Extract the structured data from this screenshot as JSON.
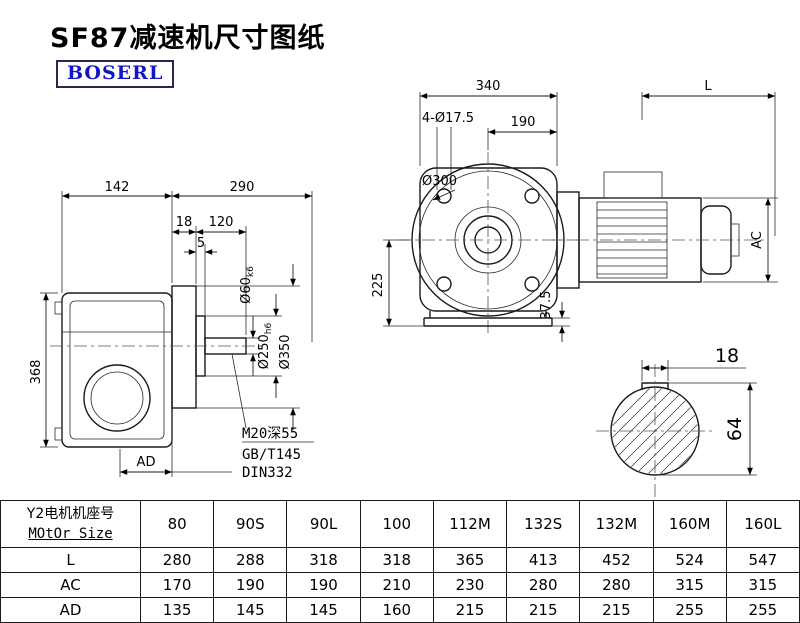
{
  "page": {
    "title": "SF87减速机尺寸图纸",
    "logo": "BOSERL"
  },
  "side_view": {
    "dim_142": "142",
    "dim_290": "290",
    "dim_18": "18",
    "dim_120": "120",
    "dim_5": "5",
    "dim_368": "368",
    "dim_ad": "AD",
    "dia_60": "Ø60",
    "dia_60_tol": "k6",
    "dia_250": "Ø250",
    "dia_250_tol": "h6",
    "dia_350": "Ø350",
    "note_m20": "M20深55",
    "note_gb": "GB/T145",
    "note_din": "DIN332"
  },
  "front_view": {
    "dim_340": "340",
    "dim_l": "L",
    "dim_bolt_holes": "4-Ø17.5",
    "dim_190": "190",
    "dia_300": "Ø300",
    "dim_225": "225",
    "dim_37_5": "37.5",
    "dim_ac": "AC"
  },
  "section_view": {
    "dim_18": "18",
    "dim_64": "64"
  },
  "table": {
    "row_header_line1": "Y2电机机座号",
    "row_header_line2": "MOtOr Size",
    "columns": [
      "80",
      "90S",
      "90L",
      "100",
      "112M",
      "132S",
      "132M",
      "160M",
      "160L"
    ],
    "rows": [
      {
        "label": "L",
        "values": [
          "280",
          "288",
          "318",
          "318",
          "365",
          "413",
          "452",
          "524",
          "547"
        ]
      },
      {
        "label": "AC",
        "values": [
          "170",
          "190",
          "190",
          "210",
          "230",
          "280",
          "280",
          "315",
          "315"
        ]
      },
      {
        "label": "AD",
        "values": [
          "135",
          "145",
          "145",
          "160",
          "215",
          "215",
          "215",
          "255",
          "255"
        ]
      }
    ]
  }
}
